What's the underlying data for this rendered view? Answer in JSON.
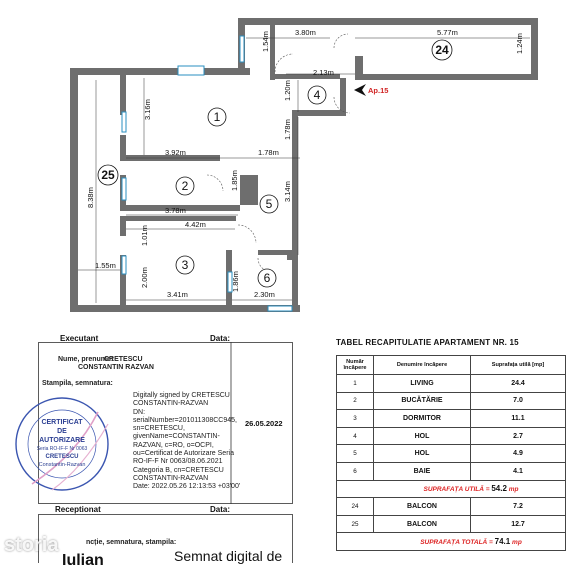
{
  "plan": {
    "rooms": [
      {
        "id": "1",
        "label": "1"
      },
      {
        "id": "2",
        "label": "2"
      },
      {
        "id": "3",
        "label": "3"
      },
      {
        "id": "4",
        "label": "4"
      },
      {
        "id": "5",
        "label": "5"
      },
      {
        "id": "6",
        "label": "6"
      },
      {
        "id": "24",
        "label": "24"
      },
      {
        "id": "25",
        "label": "25"
      }
    ],
    "dimensions": [
      "3.80m",
      "5.77m",
      "1.54m",
      "1.24m",
      "2.13m",
      "1.20m",
      "3.16m",
      "1.78m",
      "3.92m",
      "1.78m",
      "1.85m",
      "3.78m",
      "3.14m",
      "4.42m",
      "8.38m",
      "1.01m",
      "1.55m",
      "2.00m",
      "3.41m",
      "1.86m",
      "2.30m"
    ],
    "apartment_label": "Ap.15",
    "accent_color": "#d12424"
  },
  "executant": {
    "title": "Executant",
    "date_label": "Data:",
    "name_label": "Nume, prenume:",
    "name_value": "CRETESCU",
    "name_value2": "CONSTANTIN RAZVAN",
    "stamp_label": "Stampila, semnatura:",
    "signature_lines": [
      "Digitally signed by CRETESCU",
      "CONSTANTIN-RAZVAN",
      "DN:",
      "serialNumber=201011308CC945,",
      "sn=CRETESCU,",
      "givenName=CONSTANTIN-",
      "RAZVAN, c=RO, o=OCPI,",
      "ou=Certificat de Autorizare Seria",
      "RO-IF-F Nr 0063/08.06.2021",
      "Categoria B, cn=CRETESCU",
      "CONSTANTIN-RAZVAN",
      "Date: 2022.05.26 12:13:53 +03'00'"
    ],
    "date_value": "26.05.2022"
  },
  "stamp": {
    "line1": "CERTIFICAT",
    "line2": "DE",
    "line3": "AUTORIZARE",
    "line4": "Seria RO-IF-F Nr 0063",
    "line5": "CRETESCU",
    "line6": "Constantin-Razvan"
  },
  "receptionat": {
    "title": "Receptionat",
    "date_label": "Data:",
    "stamp_label": "ncție, semnatura, stampila:",
    "partial_text": "Semnat digital de",
    "partial_text2": "Iulian"
  },
  "watermark": "storia",
  "recap": {
    "title": "TABEL RECAPITULATIE APARTAMENT NR. 15",
    "headers": [
      "Număr încăpere",
      "Denumire încăpere",
      "Suprafața utilă [mp]"
    ],
    "rows": [
      {
        "n": "1",
        "name": "LIVING",
        "area": "24.4"
      },
      {
        "n": "2",
        "name": "BUCĂTĂRIE",
        "area": "7.0"
      },
      {
        "n": "3",
        "name": "DORMITOR",
        "area": "11.1"
      },
      {
        "n": "4",
        "name": "HOL",
        "area": "2.7"
      },
      {
        "n": "5",
        "name": "HOL",
        "area": "4.9"
      },
      {
        "n": "6",
        "name": "BAIE",
        "area": "4.1"
      }
    ],
    "useful_label": "SUPRAFAȚA UTILĂ =",
    "useful_value": "54.2",
    "useful_unit": "mp",
    "balcony_rows": [
      {
        "n": "24",
        "name": "BALCON",
        "area": "7.2"
      },
      {
        "n": "25",
        "name": "BALCON",
        "area": "12.7"
      }
    ],
    "total_label": "SUPRAFAȚA TOTALĂ =",
    "total_value": "74.1",
    "total_unit": "mp"
  }
}
